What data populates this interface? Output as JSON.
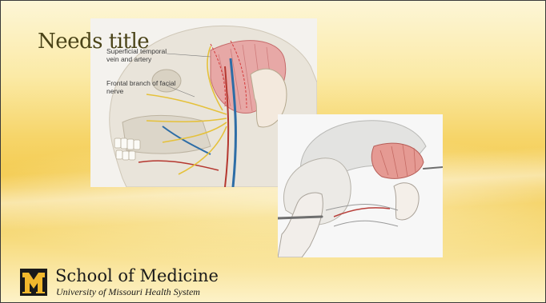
{
  "slide": {
    "title": "Needs title"
  },
  "figure_top": {
    "label_temporal": "Superficial temporal vein and artery",
    "label_frontal": "Frontal branch of facial nerve"
  },
  "footer": {
    "logo_icon": "mizzou-tiger-m-icon",
    "school": "School of Medicine",
    "university": "University of Missouri Health System"
  },
  "colors": {
    "background": "#f6d56a",
    "title": "#4a4318",
    "logo_gold": "#f1b82d",
    "logo_black": "#1a1a1a"
  }
}
